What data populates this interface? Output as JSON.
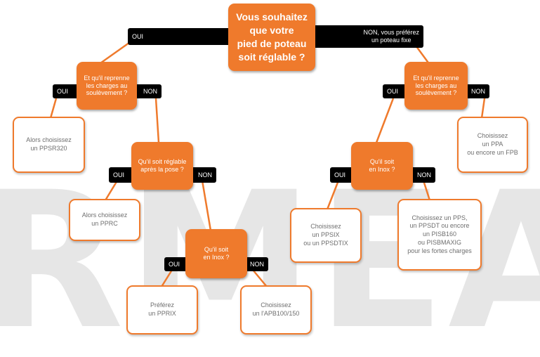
{
  "watermark": "RMEA",
  "diagram": {
    "root_question": "Vous souhaitez\nque votre\npied de poteau\nsoit réglable ?",
    "root_yes": "OUI",
    "root_no": "NON, vous préférez\nun poteau fixe",
    "left_branch": {
      "question": "Et qu'il reprenne\nles charges au\nsoulèvement ?",
      "yes": "OUI",
      "no": "NON",
      "yes_answer": "Alors choisissez\nun PPSR320",
      "sub": {
        "question": "Qu'il soit réglable\naprès la pose ?",
        "yes": "OUI",
        "no": "NON",
        "yes_answer": "Alors choisissez\nun PPRC",
        "sub": {
          "question": "Qu'il soit\nen Inox ?",
          "yes": "OUI",
          "no": "NON",
          "yes_answer": "Préférez\nun PPRIX",
          "no_answer": "Choisissez\nun l'APB100/150"
        }
      }
    },
    "right_branch": {
      "question": "Et qu'il reprenne\nles charges au\nsoulèvement ?",
      "yes": "OUI",
      "no": "NON",
      "no_answer": "Choisissez\nun PPA\nou encore un FPB",
      "sub": {
        "question": "Qu'il soit\nen Inox ?",
        "yes": "OUI",
        "no": "NON",
        "yes_answer": "Choisissez\nun PPSIX\nou un PPSDTIX",
        "no_answer": "Choisissez un PPS,\nun PPSDT ou encore\nun PISB160\nou PISBMAXIG\npour les fortes charges"
      }
    }
  },
  "colors": {
    "orange": "#ef7a2c",
    "black": "#000000",
    "answer_text": "#6e6e6e"
  }
}
